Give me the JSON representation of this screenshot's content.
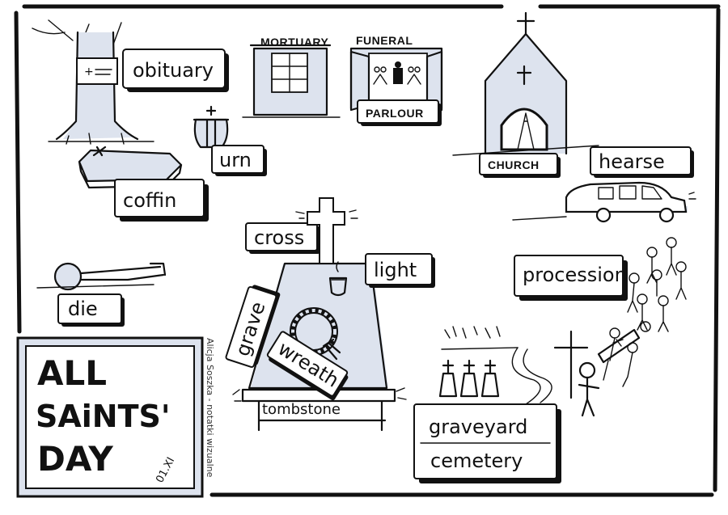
{
  "colors": {
    "ink": "#111111",
    "shade": "#dde3ee",
    "paper": "#ffffff"
  },
  "labels": {
    "obituary": "obituary",
    "mortuary": "MORTUARY",
    "funeral": "FUNERAL",
    "parlour": "PARLOUR",
    "church": "CHURCH",
    "hearse": "hearse",
    "urn": "urn",
    "coffin": "coffin",
    "cross": "cross",
    "light": "light",
    "procession": "procession",
    "die": "die",
    "grave": "grave",
    "wreath": "wreath",
    "tombstone": "tombstone",
    "graveyard": "graveyard",
    "cemetery": "cemetery"
  },
  "title": {
    "line1": "ALL",
    "line2": "SAiNTS'",
    "line3": "DAY"
  },
  "signature": {
    "author": "Alicja Soszka - notatki wizualne",
    "date": "01.XI"
  },
  "icons": [
    "tree-icon",
    "mortuary-icon",
    "funeral-parlour-icon",
    "church-icon",
    "urn-icon",
    "coffin-icon",
    "hearse-icon",
    "person-lying-icon",
    "cross-icon",
    "candle-icon",
    "wreath-icon",
    "grave-icon",
    "graves-icon",
    "procession-icon"
  ]
}
